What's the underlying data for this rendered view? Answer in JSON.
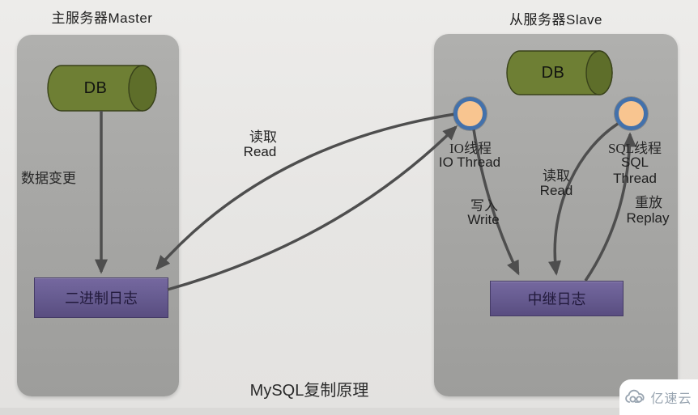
{
  "diagram_title": "MySQL复制原理",
  "master": {
    "title": "主服务器Master",
    "db": "DB",
    "data_change": "数据变更",
    "binlog": "二进制日志"
  },
  "replication_link": {
    "read": {
      "zh": "读取",
      "en": "Read"
    }
  },
  "slave": {
    "title": "从服务器Slave",
    "db": "DB",
    "io_thread": {
      "zh": "IO线程",
      "en": "IO Thread"
    },
    "sql_thread": {
      "zh": "SQL线程",
      "en": "SQL Thread"
    },
    "relay_log": "中继日志",
    "write": {
      "zh": "写入",
      "en": "Write"
    },
    "read": {
      "zh": "读取",
      "en": "Read"
    },
    "replay": {
      "zh": "重放",
      "en": "Replay"
    }
  },
  "watermark": {
    "brand": "亿速云"
  },
  "colors": {
    "background": "#e6e5e3",
    "panel_gray": "#a7a7a5",
    "cylinder_green": "#6e7f34",
    "cylinder_cap": "#5e6e2a",
    "log_box_purple": "#685d92",
    "thread_fill": "#f8c590",
    "thread_ring": "#4371ab",
    "arrow_gray": "#4e4e4e",
    "watermark_text": "#98a4b0"
  }
}
